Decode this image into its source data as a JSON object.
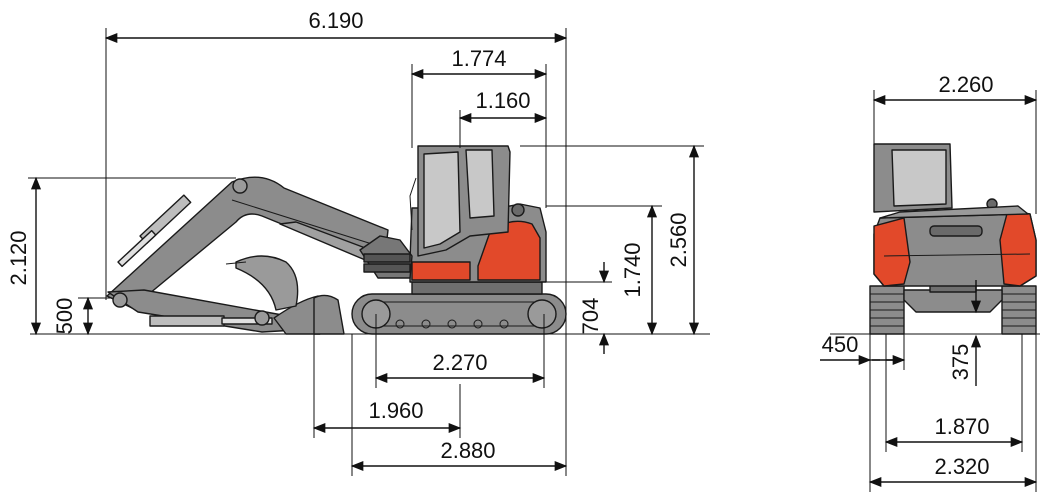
{
  "side_view": {
    "overall_length": "6.190",
    "cab_to_rear": "1.774",
    "cab_post_to_rear": "1.160",
    "digging_reach_height": "2.120",
    "blade_height": "500",
    "ground_clearance": "704",
    "engine_hood_height": "1.740",
    "overall_height": "2.560",
    "track_center_length": "2.270",
    "blade_reach": "1.960",
    "track_length": "2.880"
  },
  "rear_view": {
    "upper_width": "2.260",
    "shoe_width": "450",
    "undercarriage_clearance": "375",
    "track_gauge": "1.870",
    "overall_width": "2.320"
  },
  "colors": {
    "body_gray": "#8c8c8c",
    "dark_gray": "#555555",
    "light_gray": "#c8c8c8",
    "accent_orange": "#e2492a",
    "line": "#111111"
  }
}
